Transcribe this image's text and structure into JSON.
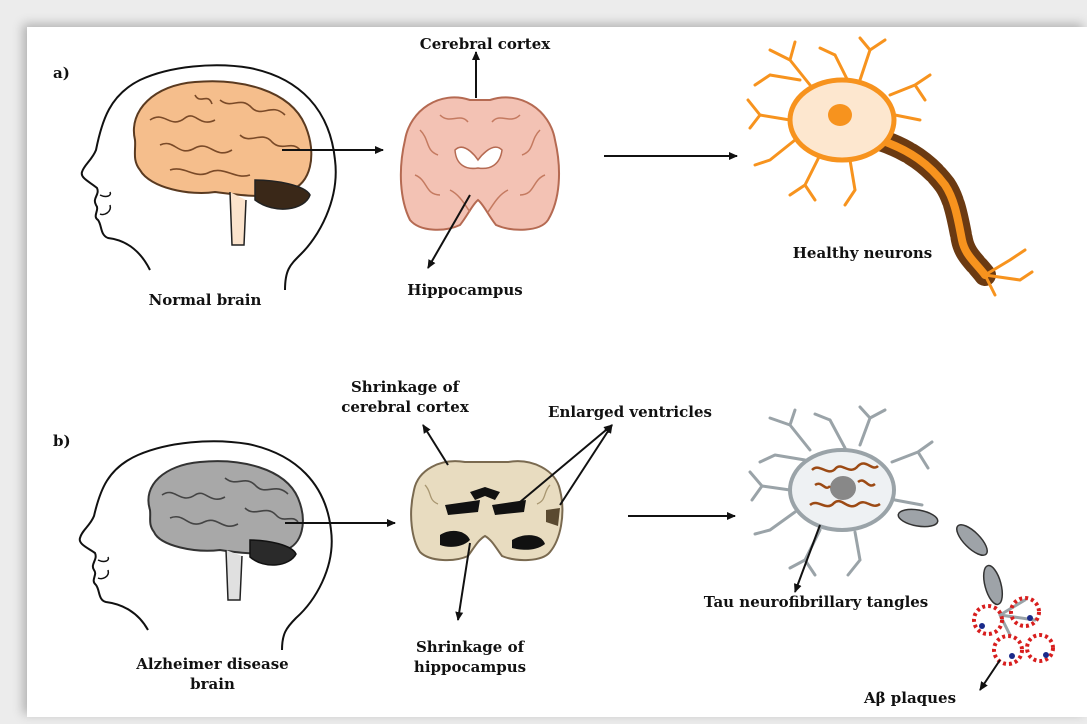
{
  "panels": {
    "a": {
      "tag": "a)",
      "labels": {
        "normal_brain": "Normal brain",
        "cerebral_cortex": "Cerebral cortex",
        "hippocampus": "Hippocampus",
        "healthy_neurons": "Healthy neurons"
      }
    },
    "b": {
      "tag": "b)",
      "labels": {
        "ad_brain": "Alzheimer disease\nbrain",
        "shrinkage_cortex": "Shrinkage of\ncerebral cortex",
        "enlarged_ventricles": "Enlarged ventricles",
        "shrinkage_hippocampus": "Shrinkage of\nhippocampus",
        "tau_tangles": "Tau neurofibrillary tangles",
        "ab_plaques": "Aβ plaques"
      }
    }
  },
  "colors": {
    "healthy_brain": "#f5be8c",
    "healthy_section": "#f3c2b4",
    "healthy_neuron": "#f7931e",
    "myelin_dark": "#8a4a1a",
    "ad_brain": "#a8a8a8",
    "ad_section": "#e8dcc0",
    "ventricle": "#111111",
    "tangles": "#9c4a14",
    "plaques": "#d81e1e"
  }
}
